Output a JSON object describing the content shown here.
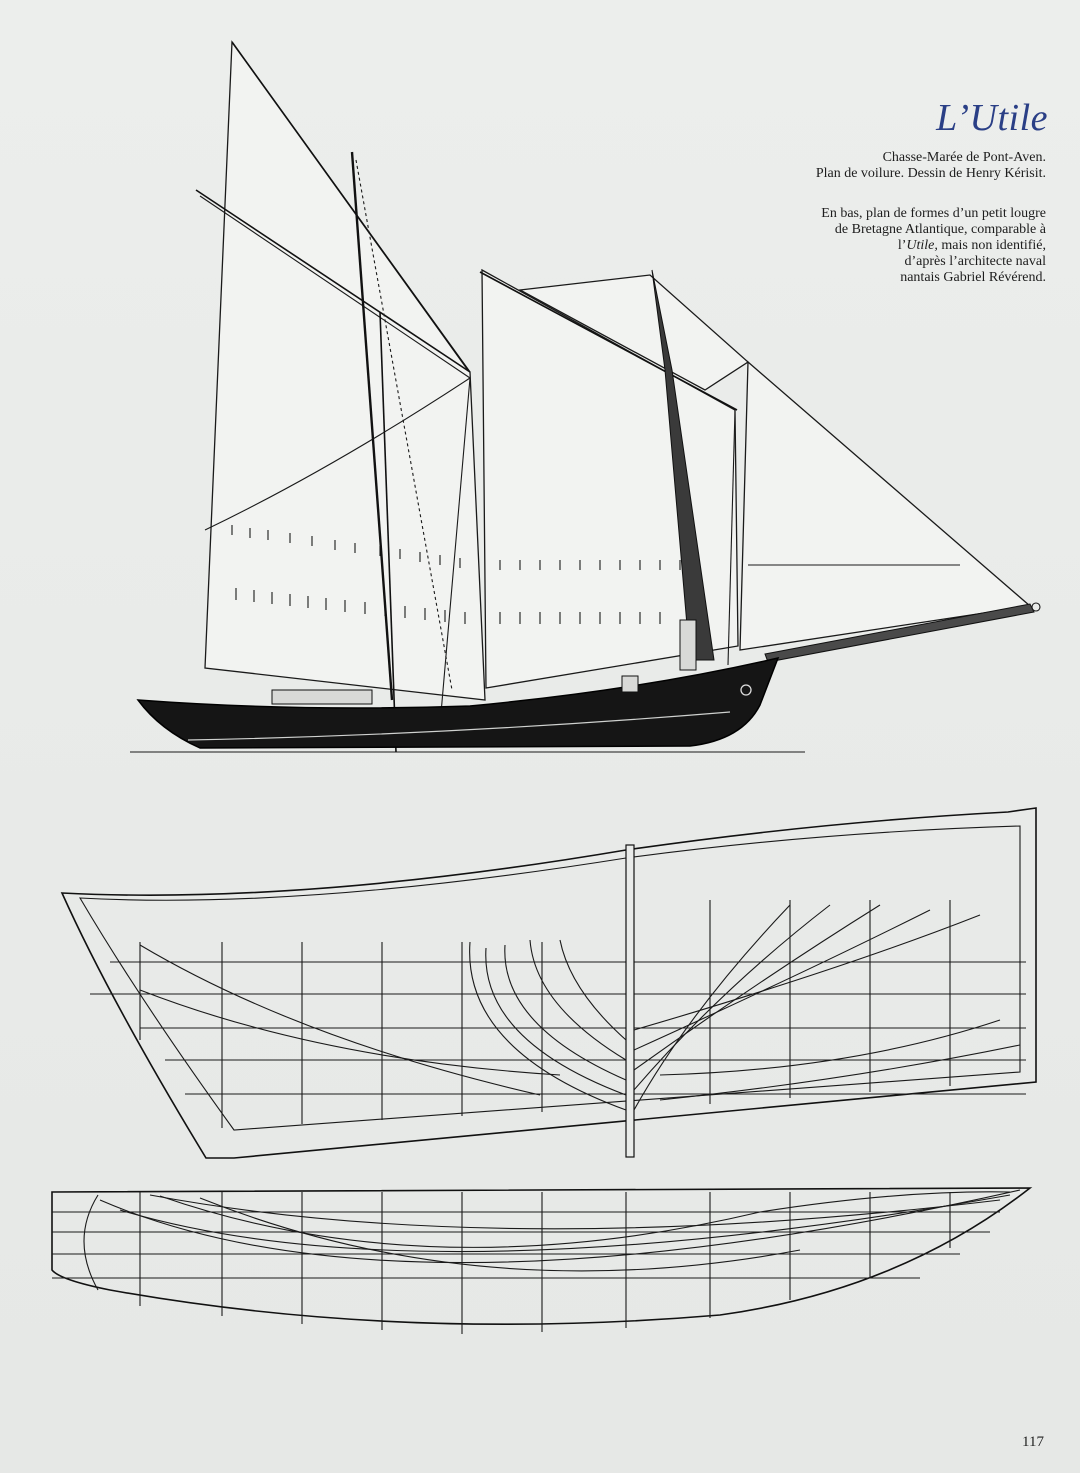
{
  "title": "L’Utile",
  "caption1": {
    "line1": "Chasse-Marée de Pont-Aven.",
    "line2": "Plan de voilure. Dessin de Henry Kérisit."
  },
  "caption2": {
    "line1": "En bas, plan de formes d’un petit lougre",
    "line2": "de Bretagne Atlantique, comparable à",
    "line3_prefix": "l’",
    "line3_italic": "Utile,",
    "line3_suffix": " mais non identifié,",
    "line4": "d’après l’architecte naval",
    "line5": "nantais Gabriel Révérend."
  },
  "page_number": "117",
  "colors": {
    "title": "#2a3f86",
    "ink": "#111111",
    "paper": "#e9ebe9"
  }
}
